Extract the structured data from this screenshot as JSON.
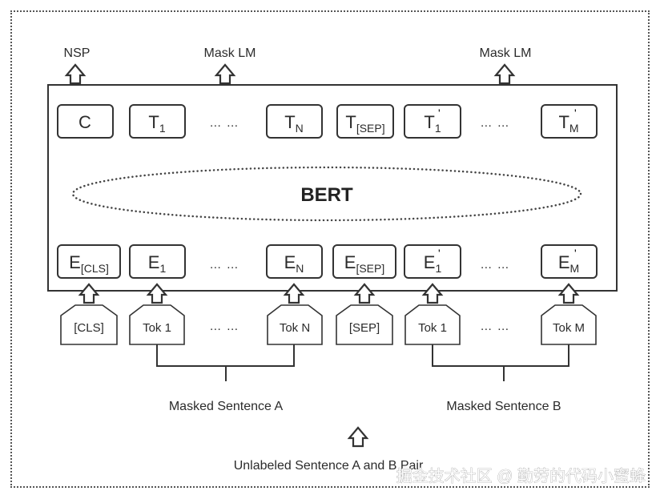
{
  "outputs": {
    "nsp": "NSP",
    "mask_lm_1": "Mask LM",
    "mask_lm_2": "Mask LM"
  },
  "model": {
    "name": "BERT"
  },
  "top_row": {
    "c": "C",
    "t1": {
      "base": "T",
      "sub": "1"
    },
    "dots1": "… …",
    "tn": {
      "base": "T",
      "sub": "N"
    },
    "tsep": {
      "base": "T",
      "sub": "[SEP]"
    },
    "t1p": {
      "base": "T",
      "sub": "1",
      "sup": "'"
    },
    "dots2": "… …",
    "tmp": {
      "base": "T",
      "sub": "M",
      "sup": "'"
    }
  },
  "bottom_row": {
    "ecls": {
      "base": "E",
      "sub": "[CLS]"
    },
    "e1": {
      "base": "E",
      "sub": "1"
    },
    "dots1": "… …",
    "en": {
      "base": "E",
      "sub": "N"
    },
    "esep": {
      "base": "E",
      "sub": "[SEP]"
    },
    "e1p": {
      "base": "E",
      "sub": "1",
      "sup": "'"
    },
    "dots2": "… …",
    "emp": {
      "base": "E",
      "sub": "M",
      "sup": "'"
    }
  },
  "tokens": {
    "cls": "[CLS]",
    "tok1": "Tok 1",
    "dots1": "… …",
    "tokn": "Tok N",
    "sep": "[SEP]",
    "tok1b": "Tok 1",
    "dots2": "… …",
    "tokm": "Tok M"
  },
  "sentences": {
    "a": "Masked Sentence A",
    "b": "Masked Sentence B"
  },
  "input_label": "Unlabeled Sentence A and B Pair",
  "watermark": "掘金技术社区 @ 勤劳的代码小蜜蜂"
}
